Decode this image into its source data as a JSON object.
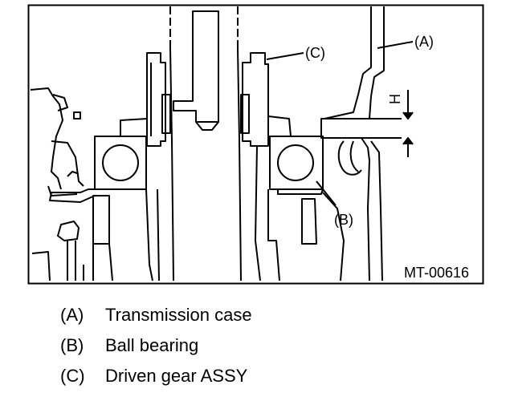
{
  "diagram": {
    "code": "MT-00616",
    "dimension_label": "H",
    "callouts": {
      "a": "(A)",
      "b": "(B)",
      "c": "(C)"
    }
  },
  "legend": [
    {
      "key": "(A)",
      "text": "Transmission case"
    },
    {
      "key": "(B)",
      "text": "Ball bearing"
    },
    {
      "key": "(C)",
      "text": "Driven gear ASSY"
    }
  ],
  "colors": {
    "line": "#000000",
    "background": "#ffffff"
  }
}
